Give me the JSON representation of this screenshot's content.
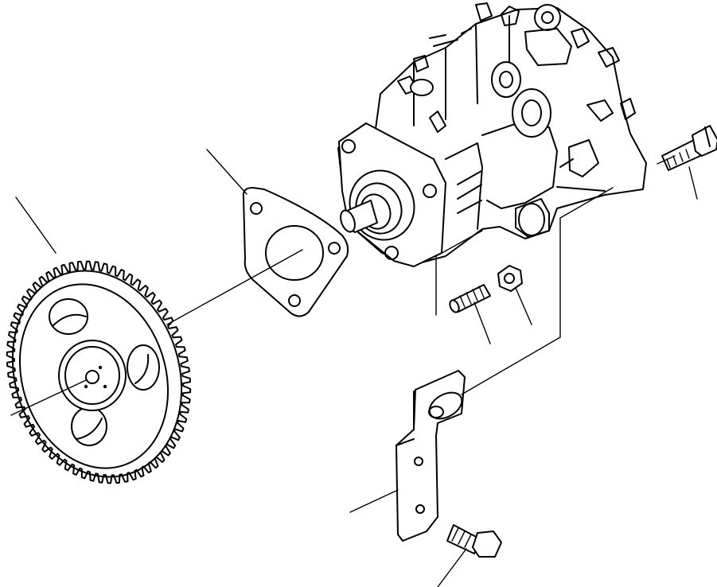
{
  "figure": {
    "kind": "exploded-parts-view",
    "background": "#ffffff",
    "ink": "#000000",
    "parts": [
      {
        "id": "pump-gear",
        "icon": "gear-icon"
      },
      {
        "id": "pump-gasket",
        "icon": "gasket-icon"
      },
      {
        "id": "injection-pump",
        "icon": "pump-icon"
      },
      {
        "id": "flange-bolt",
        "icon": "bolt-icon"
      },
      {
        "id": "mounting-stud",
        "icon": "stud-icon"
      },
      {
        "id": "stud-nut",
        "icon": "nut-icon"
      },
      {
        "id": "support-bracket",
        "icon": "bracket-icon"
      },
      {
        "id": "bracket-bolt",
        "icon": "bolt-icon"
      }
    ]
  }
}
